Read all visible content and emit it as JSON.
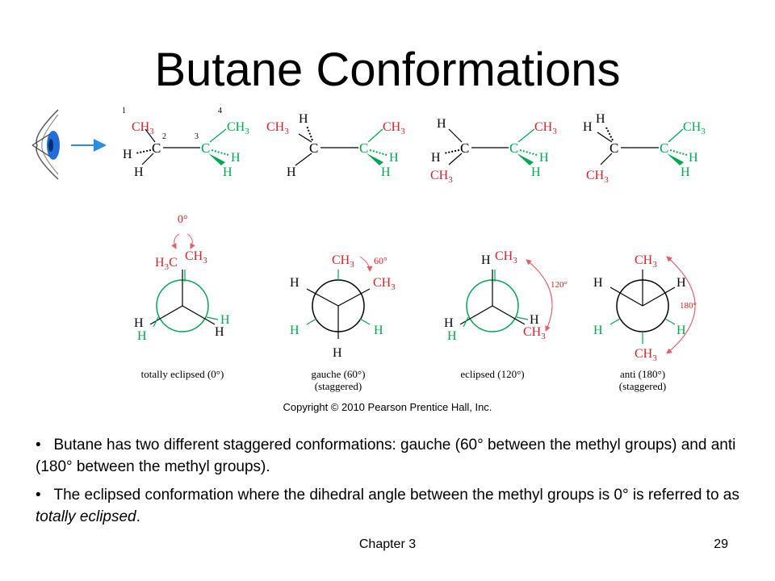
{
  "slide": {
    "title": "Butane Conformations",
    "copyright": "Copyright © 2010 Pearson Prentice Hall, Inc.",
    "footer_chapter": "Chapter 3",
    "page_number": "29"
  },
  "bullets": [
    {
      "text": "Butane has two different staggered conformations: gauche (60° between the methyl groups) and anti (180° between the methyl groups).",
      "before_italic": "",
      "italic": "",
      "after_italic": ""
    },
    {
      "text": "",
      "before_italic": "The eclipsed conformation where the dihedral angle between the methyl groups is 0° is referred to as ",
      "italic": "totally eclipsed",
      "after_italic": "."
    }
  ],
  "figure": {
    "atom_numbers": [
      "1",
      "2",
      "3",
      "4"
    ],
    "newman_labels": [
      {
        "line1": "totally eclipsed (0°)",
        "line2": ""
      },
      {
        "line1": "gauche (60°)",
        "line2": "(staggered)"
      },
      {
        "line1": "eclipsed (120°)",
        "line2": ""
      },
      {
        "line1": "anti (180°)",
        "line2": "(staggered)"
      }
    ],
    "angle_labels": [
      "0°",
      "60°",
      "120°",
      "180°"
    ],
    "colors": {
      "green": "#00a651",
      "red": "#d2232a",
      "pink": "#e0606a",
      "eye_blue": "#1e6fd9",
      "arrow_blue": "#2b8de0"
    }
  }
}
